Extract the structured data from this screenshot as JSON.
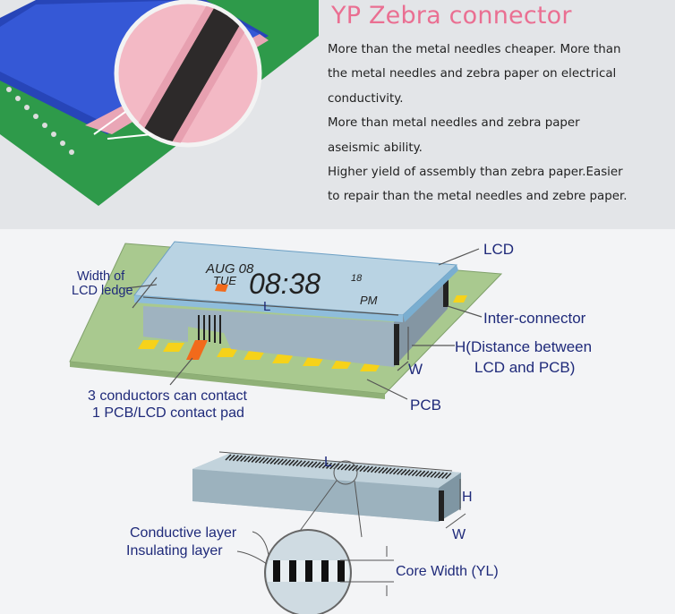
{
  "header": {
    "title": "YP Zebra connector"
  },
  "description": {
    "lines": [
      "More than the metal needles cheaper. More than",
      "the metal needles and zebra paper on electrical",
      "conductivity.",
      "More than metal needles and zebra paper",
      "aseismic ability.",
      "Higher yield of assembly than zebra paper.Easier",
      "to repair than the metal needles and zebre paper."
    ]
  },
  "assembly_diagram": {
    "lcd_display": {
      "date": "AUG 08",
      "day": "TUE",
      "time": "08:38",
      "seconds": "18",
      "ampm": "PM"
    },
    "labels": {
      "lcd": "LCD",
      "width_of_ledge_1": "Width of",
      "width_of_ledge_2": "LCD ledge",
      "length": "L",
      "inter_connector": "Inter-connector",
      "height_1": "H(Distance between",
      "height_2": "LCD and PCB)",
      "width": "W",
      "pcb": "PCB",
      "conductors_1": "3 conductors can contact",
      "conductors_2": "1 PCB/LCD contact pad"
    }
  },
  "connector_diagram": {
    "labels": {
      "length": "L",
      "height": "H",
      "width": "W",
      "conductive_layer": "Conductive layer",
      "insulating_layer": "Insulating layer",
      "core_width": "Core Width (YL)"
    }
  },
  "colors": {
    "title": "#ea6f92",
    "label_text": "#1f2a7a",
    "pcb": "#a9c98f",
    "pad": "#f6d21a",
    "highlight": "#f26a1b",
    "lcd": "#b9d3e3"
  }
}
